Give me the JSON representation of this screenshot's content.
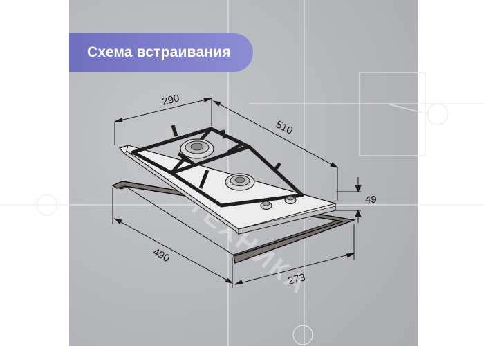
{
  "title": "Схема встраивания",
  "watermark": "ТЕХНИКА",
  "dimensions": {
    "hob_width": "290",
    "hob_depth": "510",
    "hob_height": "49",
    "cutout_depth": "490",
    "cutout_width": "273"
  },
  "colors": {
    "banner": "#7b7dcb",
    "background_panel": "#b7b9bc",
    "grate": "#1e1e1e",
    "cutout_frame": "#6e6766"
  }
}
